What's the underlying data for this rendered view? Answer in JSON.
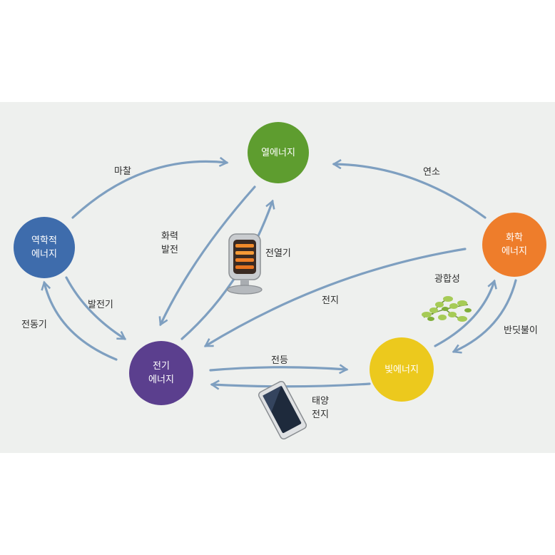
{
  "nodes": {
    "heat": {
      "label": "열에너지",
      "color": "#5e9d2f"
    },
    "mechanical": {
      "line1": "역학적",
      "line2": "에너지",
      "color": "#3e6cac"
    },
    "chemical": {
      "line1": "화학",
      "line2": "에너지",
      "color": "#ee7d2b"
    },
    "electric": {
      "line1": "전기",
      "line2": "에너지",
      "color": "#5b3f8e"
    },
    "light": {
      "label": "빛에너지",
      "color": "#ecc91d"
    }
  },
  "edges": {
    "friction": "마찰",
    "combustion": "연소",
    "thermal_power": {
      "line1": "화력",
      "line2": "발전"
    },
    "heater": "전열기",
    "generator": "발전기",
    "motor": "전동기",
    "battery": "전지",
    "photosynthesis": "광합성",
    "firefly": "반딧불이",
    "lamp": "전등",
    "solar_cell": {
      "line1": "태양",
      "line2": "전지"
    }
  },
  "arrow_color": "#7e9fc0",
  "icons": [
    "heater-icon",
    "plant-icon",
    "solar-panel-icon"
  ]
}
